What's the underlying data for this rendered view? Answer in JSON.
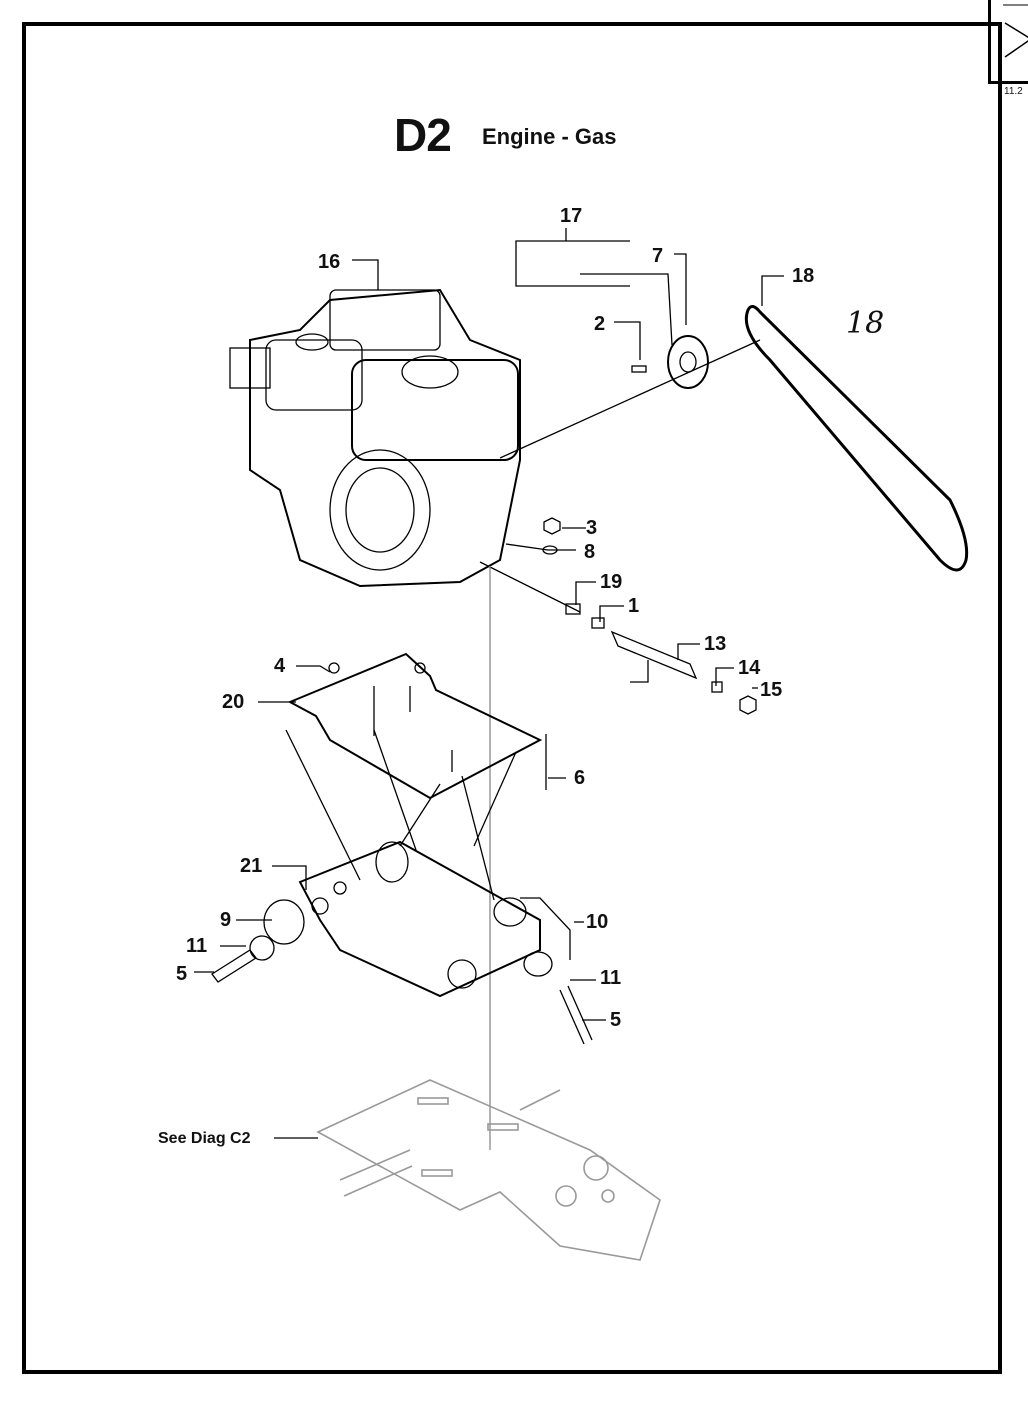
{
  "header": {
    "code": "D2",
    "title": "Engine - Gas"
  },
  "corner": {
    "label": "11.2"
  },
  "callouts": [
    {
      "id": "c17",
      "label": "17"
    },
    {
      "id": "c7",
      "label": "7"
    },
    {
      "id": "c18",
      "label": "18"
    },
    {
      "id": "c16",
      "label": "16"
    },
    {
      "id": "c2",
      "label": "2"
    },
    {
      "id": "c3",
      "label": "3"
    },
    {
      "id": "c8",
      "label": "8"
    },
    {
      "id": "c19",
      "label": "19"
    },
    {
      "id": "c1",
      "label": "1"
    },
    {
      "id": "c13",
      "label": "13"
    },
    {
      "id": "c14",
      "label": "14"
    },
    {
      "id": "c15",
      "label": "15"
    },
    {
      "id": "c4",
      "label": "4"
    },
    {
      "id": "c20",
      "label": "20"
    },
    {
      "id": "c6",
      "label": "6"
    },
    {
      "id": "c21",
      "label": "21"
    },
    {
      "id": "c9",
      "label": "9"
    },
    {
      "id": "c10",
      "label": "10"
    },
    {
      "id": "c11a",
      "label": "11"
    },
    {
      "id": "c11b",
      "label": "11"
    },
    {
      "id": "c5a",
      "label": "5"
    },
    {
      "id": "c5b",
      "label": "5"
    }
  ],
  "reference": {
    "see_diag": "See Diag C2"
  },
  "annotation": {
    "handwritten_note": "18"
  }
}
